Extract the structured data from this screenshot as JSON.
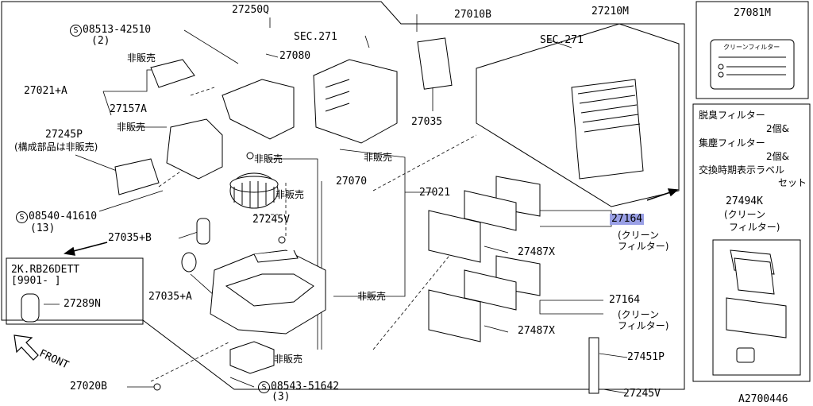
{
  "labels": {
    "p27250Q": "27250Q",
    "p27010B": "27010B",
    "p27210M": "27210M",
    "p27081M": "27081M",
    "s08513": "08513-42510",
    "s08513_qty": "(2)",
    "sec271_a": "SEC.271",
    "sec271_b": "SEC.271",
    "p27080": "27080",
    "hihanbai_1": "非販売",
    "p27021A": "27021+A",
    "p27157A": "27157A",
    "hihanbai_2": "非販売",
    "p27245P": "27245P",
    "p27245P_note": "(構成部品は非販売)",
    "p27035": "27035",
    "hihanbai_3": "非販売",
    "hihanbai_4": "非販売",
    "hihanbai_5": "非販売",
    "p27070": "27070",
    "p27021": "27021",
    "s08540": "08540-41610",
    "s08540_qty": "(13)",
    "p27245V_a": "27245V",
    "p27035B": "27035+B",
    "p27035A": "27035+A",
    "p27164_a": "27164",
    "p27164_a_note1": "(クリーン",
    "p27164_a_note2": "フィルター)",
    "p27487X_a": "27487X",
    "p27487X_b": "27487X",
    "p27164_b": "27164",
    "p27164_b_note1": "(クリーン",
    "p27164_b_note2": "フィルター)",
    "hihanbai_6": "非販売",
    "engine_1": "2K.RB26DETT",
    "engine_2": "[9901-  ]",
    "p27289N": "27289N",
    "front": "FRONT",
    "p27020B": "27020B",
    "hihanbai_7": "非販売",
    "s08543": "08543-51642",
    "s08543_qty": "(3)",
    "p27451P": "27451P",
    "p27245V_b": "27245V",
    "diagram_id": "A2700446",
    "kit_line1": "脱臭フィルター",
    "kit_line2": "2個&",
    "kit_line3": "集塵フィルター",
    "kit_line4": "2個&",
    "kit_line5": "交換時期表示ラベル",
    "kit_line6": "セット",
    "p27494K": "27494K",
    "p27494K_note1": "(クリーン",
    "p27494K_note2": "フィルター)",
    "label_card_text": "クリーンフィルター",
    "screw_symbol": "S"
  },
  "colors": {
    "highlight": "#9aa0e6",
    "line": "#000000"
  }
}
